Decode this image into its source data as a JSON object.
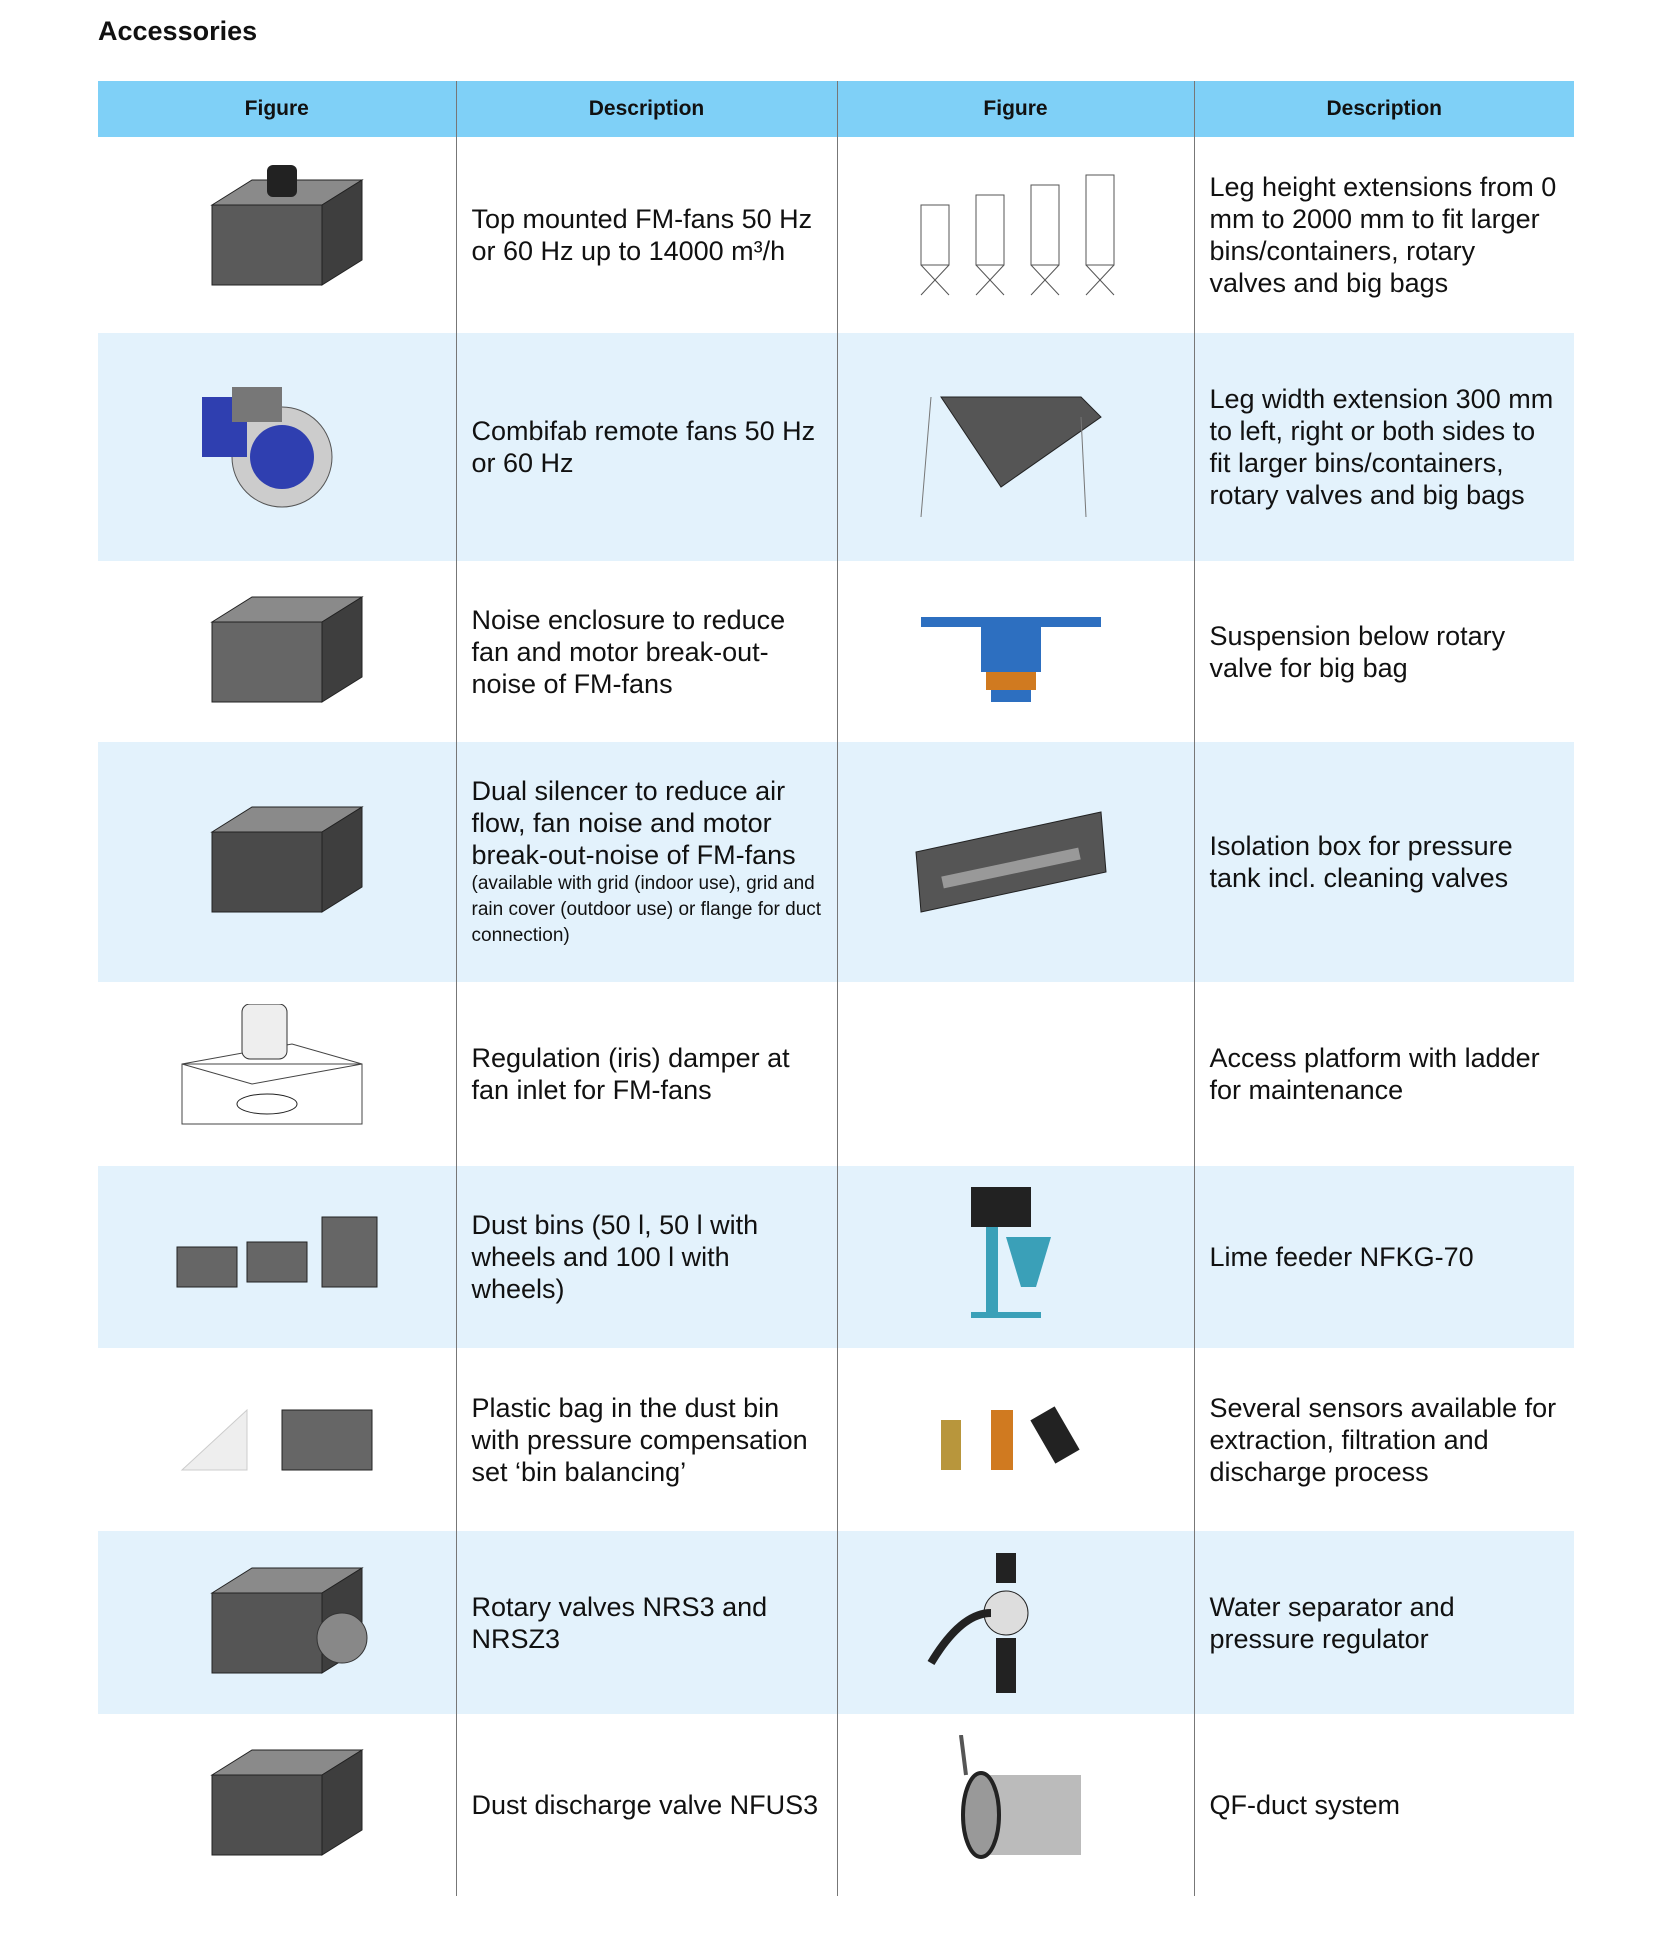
{
  "title": "Accessories",
  "headers": [
    "Figure",
    "Description",
    "Figure",
    "Description"
  ],
  "rows": [
    {
      "left": {
        "figure": "top-mounted-fan",
        "text": "Top mounted FM-fans 50 Hz or 60 Hz up to 14000 m³/h",
        "note": ""
      },
      "right": {
        "figure": "leg-height-extensions",
        "text": "Leg height extensions from 0 mm to 2000 mm to fit larger bins/containers, rotary valves and big bags",
        "note": ""
      }
    },
    {
      "left": {
        "figure": "remote-fan",
        "text": "Combifab remote fans 50 Hz or 60 Hz",
        "note": ""
      },
      "right": {
        "figure": "leg-width-extension",
        "text": "Leg width extension 300 mm to left, right or both sides to fit larger bins/containers, rotary valves and big bags",
        "note": ""
      }
    },
    {
      "left": {
        "figure": "noise-enclosure",
        "text": "Noise enclosure to reduce fan and motor break-out-noise of FM-fans",
        "note": ""
      },
      "right": {
        "figure": "big-bag-suspension",
        "text": "Suspension below rotary valve for big bag",
        "note": ""
      }
    },
    {
      "left": {
        "figure": "dual-silencer",
        "text": "Dual silencer to reduce air flow, fan noise and motor break-out-noise of FM-fans",
        "note": "(available with grid (indoor use), grid and rain cover (outdoor use) or flange for duct connection)"
      },
      "right": {
        "figure": "isolation-box",
        "text": "Isolation box for pressure tank incl. cleaning valves",
        "note": ""
      }
    },
    {
      "left": {
        "figure": "iris-damper",
        "text": "Regulation (iris) damper at fan inlet for FM-fans",
        "note": ""
      },
      "right": {
        "figure": "access-platform",
        "text": "Access platform with ladder for maintenance",
        "note": ""
      }
    },
    {
      "left": {
        "figure": "dust-bins",
        "text": "Dust bins (50 l, 50 l with wheels and 100 l with wheels)",
        "note": ""
      },
      "right": {
        "figure": "lime-feeder",
        "text": "Lime feeder NFKG-70",
        "note": ""
      }
    },
    {
      "left": {
        "figure": "bin-balancing",
        "text": "Plastic bag in the dust bin with pressure compensation set ‘bin balancing’",
        "note": ""
      },
      "right": {
        "figure": "sensors",
        "text": "Several sensors available for extraction, filtration and discharge process",
        "note": ""
      }
    },
    {
      "left": {
        "figure": "rotary-valve",
        "text": "Rotary valves NRS3 and NRSZ3",
        "note": ""
      },
      "right": {
        "figure": "water-separator",
        "text": "Water separator and pressure regulator",
        "note": ""
      }
    },
    {
      "left": {
        "figure": "dust-discharge-valve",
        "text": "Dust discharge valve NFUS3",
        "note": ""
      },
      "right": {
        "figure": "qf-duct",
        "text": "QF-duct system",
        "note": ""
      }
    }
  ],
  "colors": {
    "header": "#7fd0f7",
    "alt_row": "#e3f2fc",
    "steel": "#5a5a5a",
    "blue_part": "#2f3fb0"
  }
}
